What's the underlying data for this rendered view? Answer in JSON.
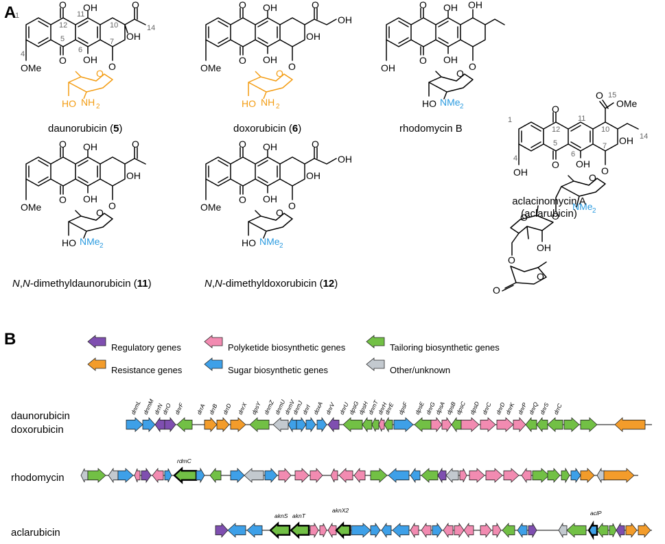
{
  "panels": {
    "a": "A",
    "b": "B"
  },
  "colors": {
    "regulatory": "#7f4fb0",
    "resistance": "#f39c2b",
    "polyketide": "#f28bb1",
    "sugar": "#3ea0e8",
    "tailoring": "#72c045",
    "other": "#c3c9cf",
    "sugar_orange": "#f39c12",
    "nme2_blue": "#2b9be0"
  },
  "structures": {
    "daunorubicin": {
      "name": "daunorubicin (",
      "num": "5",
      "close": ")"
    },
    "doxorubicin": {
      "name": "doxorubicin (",
      "num": "6",
      "close": ")"
    },
    "rhodomycin_b": {
      "name": "rhodomycin B"
    },
    "nn_dau": {
      "prefix": "N",
      "mid": ",",
      "prefix2": "N",
      "name": "-dimethyldaunorubicin (",
      "num": "11",
      "close": ")"
    },
    "nn_dox": {
      "prefix": "N",
      "mid": ",",
      "prefix2": "N",
      "name": "-dimethyldoxorubicin (",
      "num": "12",
      "close": ")"
    },
    "aclacinomycin": {
      "line1": "aclacinomycin A",
      "line2": "(aclarubicin)"
    },
    "atoms": {
      "o": "O",
      "oh": "OH",
      "ome": "OMe",
      "ho": "HO",
      "nh2": "NH",
      "two": "2",
      "nme2": "NMe",
      "ome15": "OMe"
    },
    "numbers": [
      "1",
      "4",
      "5",
      "6",
      "7",
      "10",
      "11",
      "12",
      "14",
      "15"
    ]
  },
  "legend": [
    {
      "key": "regulatory",
      "label": "Regulatory genes"
    },
    {
      "key": "resistance",
      "label": "Resistance genes"
    },
    {
      "key": "polyketide",
      "label": "Polyketide biosynthetic genes"
    },
    {
      "key": "sugar",
      "label": "Sugar biosynthetic genes"
    },
    {
      "key": "tailoring",
      "label": "Tailoring biosynthetic genes"
    },
    {
      "key": "other",
      "label": "Other/unknown"
    }
  ],
  "clusters": {
    "daunorubicin": {
      "label1": "daunorubicin",
      "label2": "doxorubicin",
      "genes": [
        "dnmL",
        "dnmM",
        "drrN",
        "drrO",
        "dnrF",
        "drrA",
        "drrB",
        "drrD",
        "dnrX",
        "dpsY",
        "dnmZ",
        "dnmU",
        "dnmV",
        "dnmJ",
        "dnrI",
        "doxA",
        "dnrV",
        "dnrU",
        "dpsG",
        "dpsH",
        "dnmT",
        "dnrH",
        "dnrE",
        "dpsF",
        "dpsE",
        "dnrG",
        "dpsA",
        "dpsB",
        "dpsC",
        "dpsD",
        "dnrC",
        "dnrD",
        "dnrK",
        "dnrP",
        "dnrQ",
        "dnrS",
        "drrC"
      ]
    },
    "rhodomycin": {
      "label": "rhodomycin",
      "highlight": "rdmC"
    },
    "aclarubicin": {
      "label": "aclarubicin",
      "highlights": [
        "aknS",
        "aknT",
        "aknX2",
        "aclP"
      ]
    }
  }
}
